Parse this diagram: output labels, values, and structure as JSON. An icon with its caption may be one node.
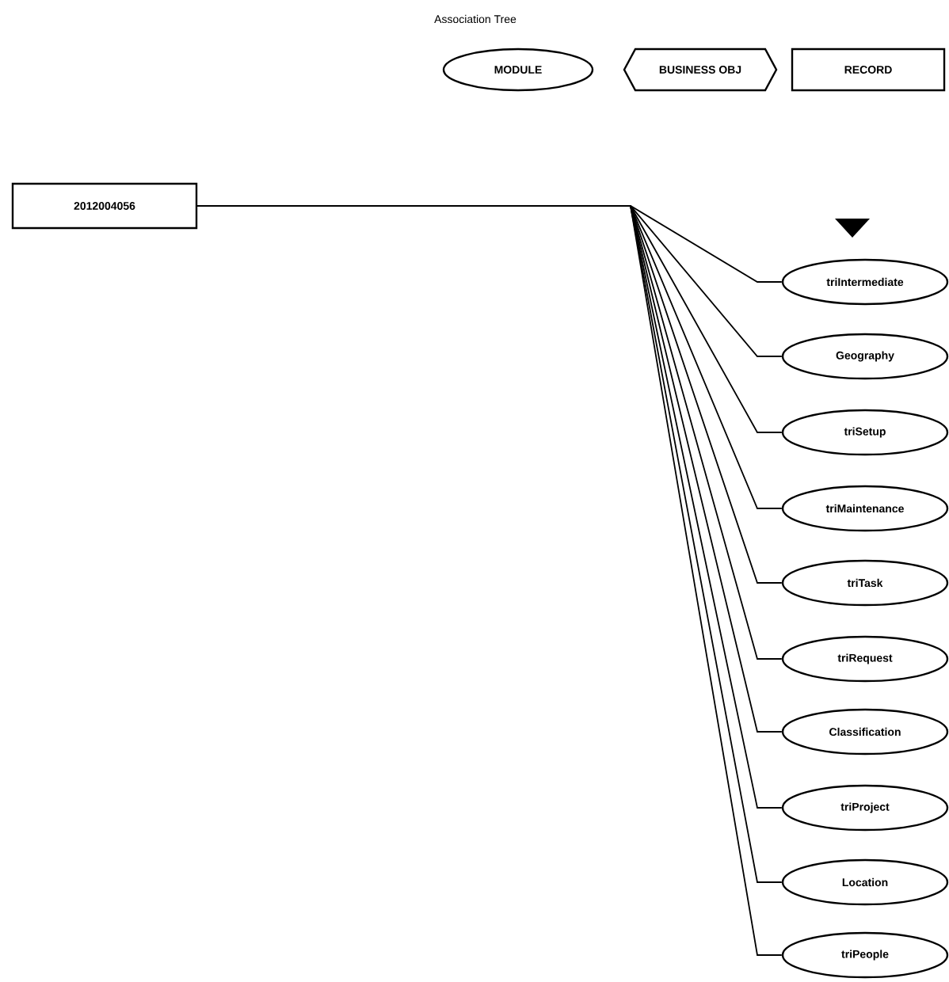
{
  "diagram": {
    "title": "Association Tree",
    "nodes": [
      {
        "text": [
          "MODULE"
        ]
      },
      {
        "text": [
          "BUSINESS OBJ"
        ]
      },
      {
        "text": [
          "RECORD"
        ]
      },
      {
        "text": [
          "2012004056"
        ]
      },
      {
        "text": [
          "triIntermediate"
        ]
      },
      {
        "text": [
          "Geography"
        ]
      },
      {
        "text": [
          "triSetup"
        ]
      },
      {
        "text": [
          "triMaintenance"
        ]
      },
      {
        "text": [
          "triTask"
        ]
      },
      {
        "text": [
          "triRequest"
        ]
      },
      {
        "text": [
          "Classification"
        ]
      },
      {
        "text": [
          "triProject"
        ]
      },
      {
        "text": [
          "Location"
        ]
      },
      {
        "text": [
          "triPeople"
        ]
      }
    ],
    "edges": [
      {
        "from": 3,
        "to": 4,
        "arrow": "none"
      },
      {
        "from": 3,
        "to": 5,
        "arrow": "none"
      },
      {
        "from": 3,
        "to": 6,
        "arrow": "none"
      },
      {
        "from": 3,
        "to": 7,
        "arrow": "none"
      },
      {
        "from": 3,
        "to": 8,
        "arrow": "none"
      },
      {
        "from": 3,
        "to": 9,
        "arrow": "none"
      },
      {
        "from": 3,
        "to": 10,
        "arrow": "none"
      },
      {
        "from": 3,
        "to": 11,
        "arrow": "none"
      },
      {
        "from": 3,
        "to": 12,
        "arrow": "none"
      },
      {
        "from": 3,
        "to": 13,
        "arrow": "none"
      }
    ]
  }
}
